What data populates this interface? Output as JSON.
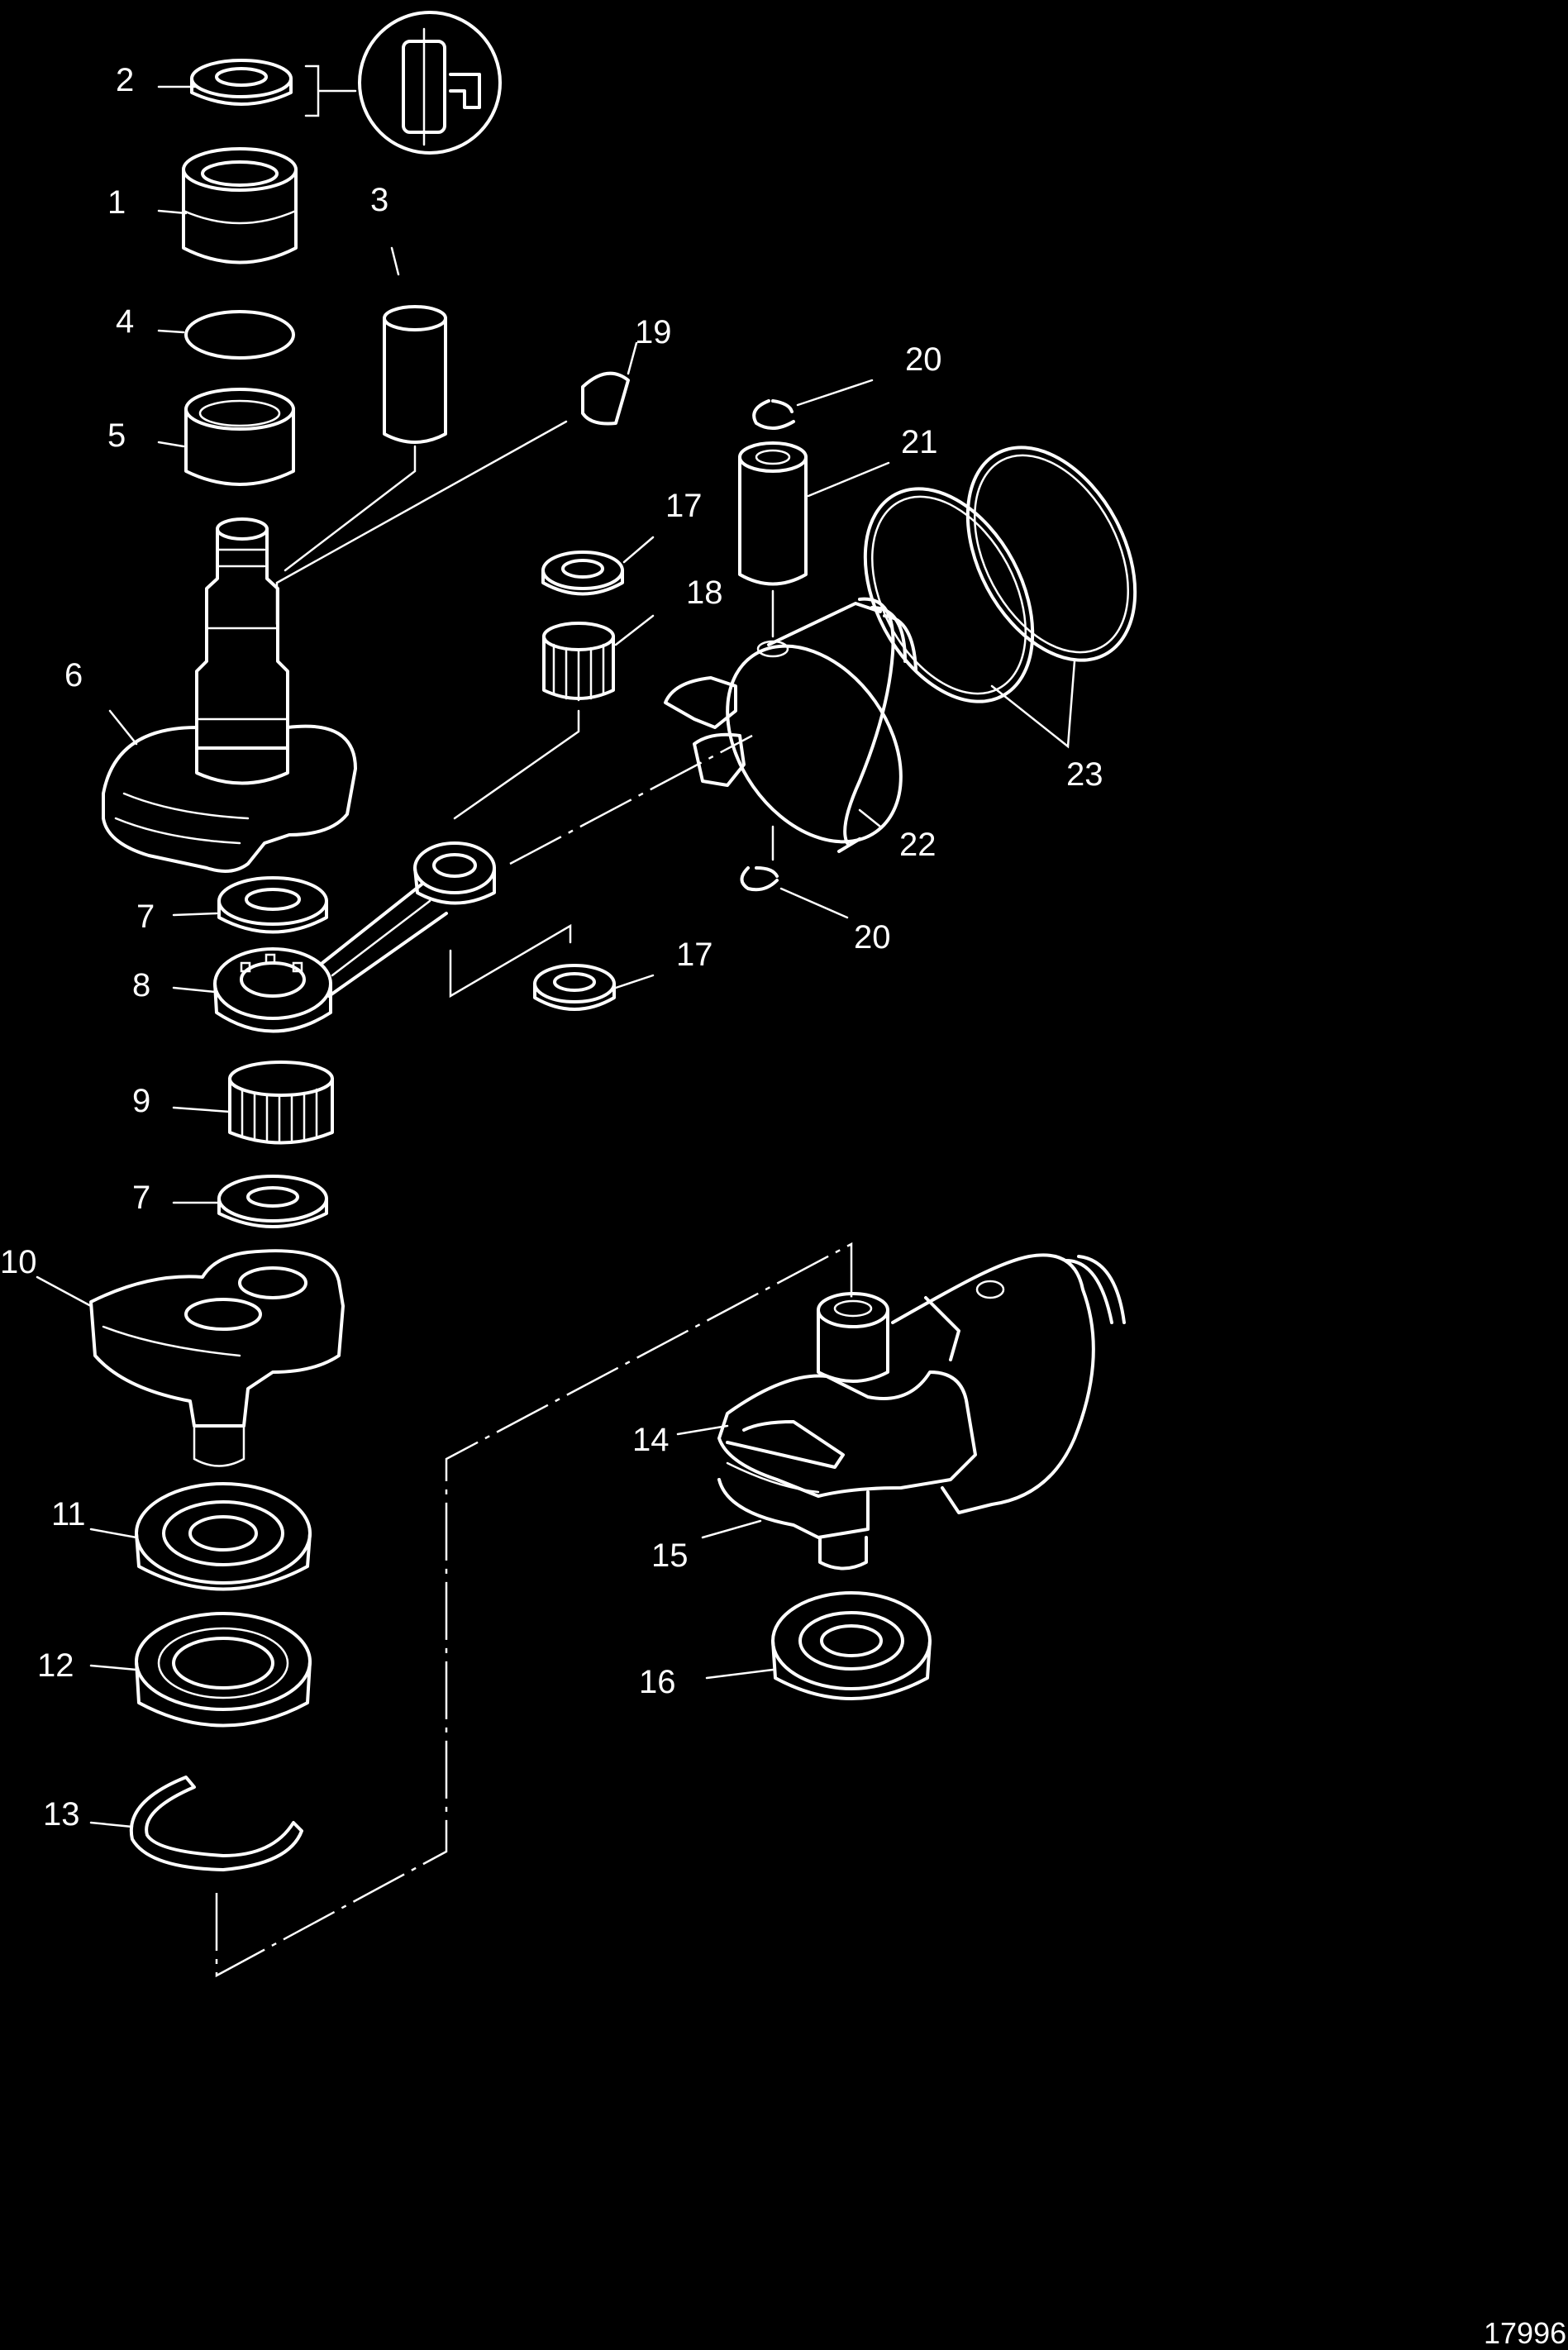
{
  "diagram": {
    "callouts": [
      "1",
      "2",
      "3",
      "4",
      "5",
      "6",
      "7",
      "7",
      "8",
      "9",
      "10",
      "11",
      "12",
      "13",
      "14",
      "15",
      "16",
      "17",
      "17",
      "18",
      "19",
      "20",
      "20",
      "21",
      "22",
      "23"
    ],
    "reference_number": "17996",
    "colors": {
      "background": "#000000",
      "line": "#ffffff"
    }
  }
}
